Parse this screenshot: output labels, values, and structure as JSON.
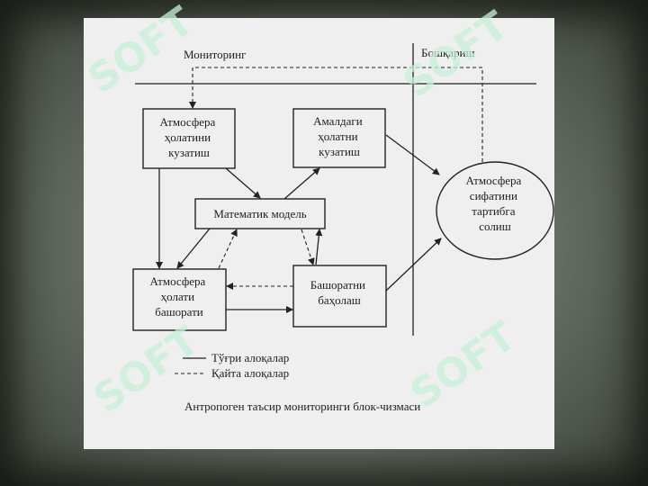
{
  "diagram": {
    "header_left": "Мониторинг",
    "header_right": "Бошқариш",
    "nodes": {
      "observe_atm": [
        "Атмосфера",
        "ҳолатини",
        "кузатиш"
      ],
      "observe_actual": [
        "Амалдаги",
        "ҳолатни",
        "кузатиш"
      ],
      "math_model": [
        "Математик модель"
      ],
      "forecast_atm": [
        "Атмосфера",
        "ҳолати",
        "башорати"
      ],
      "forecast_eval": [
        "Башоратни",
        "баҳолаш"
      ],
      "regulate": [
        "Атмосфера",
        "сифатини",
        "тартибга",
        "солиш"
      ]
    },
    "legend": {
      "direct": "Тўғри алоқалар",
      "feedback": "Қайта алоқалар"
    },
    "caption": "Антропоген таъсир мониторинги блок-чизмаси"
  },
  "watermark": {
    "text": "SOFT",
    "color": "#c8f0d8"
  }
}
